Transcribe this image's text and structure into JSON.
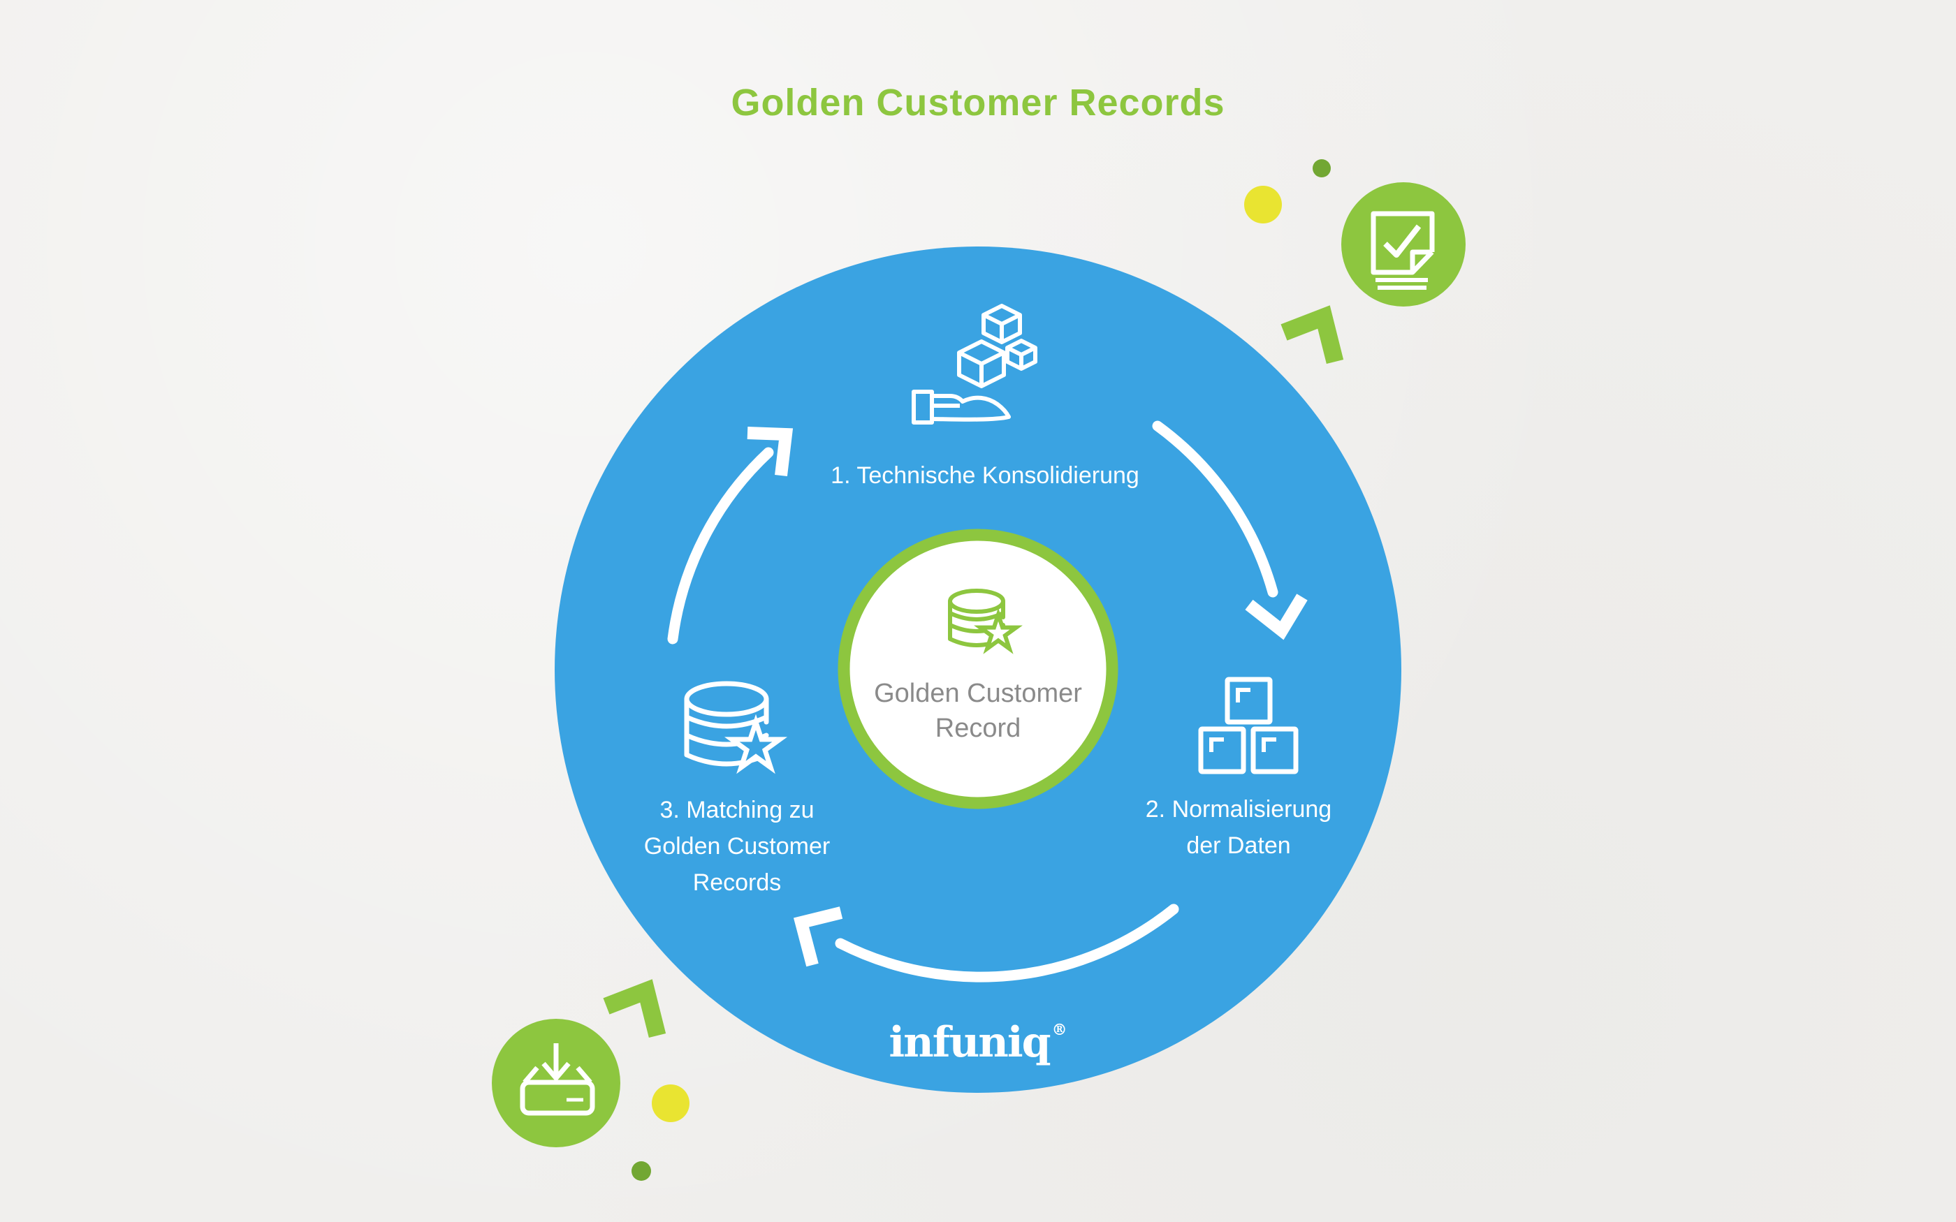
{
  "page": {
    "title": "Golden Customer Records"
  },
  "cycle": {
    "center": {
      "icon": "database-star-icon",
      "line1": "Golden Customer",
      "line2": "Record"
    },
    "steps": {
      "step1": {
        "icon": "hand-holding-cubes-icon",
        "label": "1. Technische Konsolidierung"
      },
      "step2": {
        "icon": "stacked-squares-icon",
        "line1": "2. Normalisierung",
        "line2": "der Daten"
      },
      "step3": {
        "icon": "database-star-icon",
        "line1": "3. Matching zu",
        "line2": "Golden Customer",
        "line3": "Records"
      }
    },
    "flow_direction": "clockwise"
  },
  "brand": {
    "logo_text": "infuniq",
    "registered_mark": "®"
  },
  "decorations": {
    "top_right_badge_icon": "document-check-icon",
    "bottom_left_badge_icon": "inbox-download-icon",
    "chevron_icon": "up-right-chevron-icon",
    "dot_icons": [
      "yellow-dot",
      "green-dot"
    ]
  },
  "colors": {
    "blue": "#3aa3e2",
    "green": "#8dc63f",
    "dark_green": "#72a733",
    "yellow": "#e9e431",
    "text_gray": "#8a8a8a",
    "white": "#ffffff",
    "background": "#f0efed"
  }
}
